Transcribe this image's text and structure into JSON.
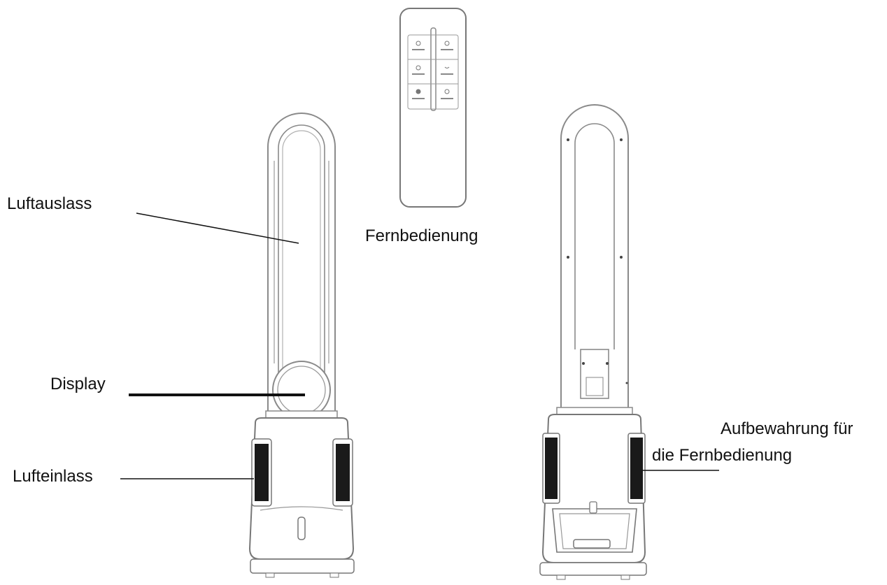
{
  "labels": {
    "air_outlet": "Luftauslass",
    "remote": "Fernbedienung",
    "display": "Display",
    "air_inlet": "Lufteinlass",
    "storage_line1": "Aufbewahrung für",
    "storage_line2": "die Fernbedienung"
  },
  "colors": {
    "line": "#111111",
    "outline": "#8a8a8a",
    "grille": "#1a1a1a",
    "background": "#ffffff"
  }
}
